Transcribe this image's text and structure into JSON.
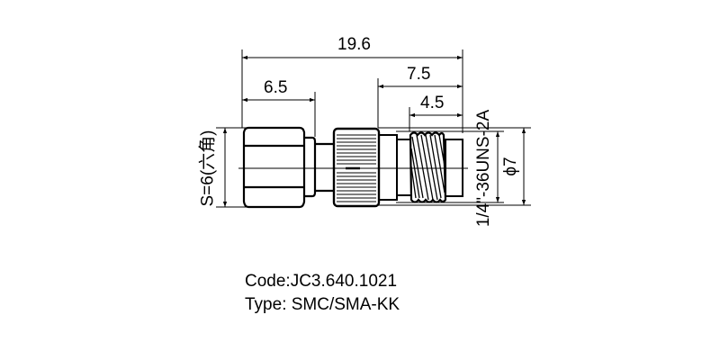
{
  "drawing": {
    "title": "SMC/SMA adapter outline drawing",
    "dimensions": {
      "overall_length": "19.6",
      "hex_length": "6.5",
      "right_section_length": "7.5",
      "thread_length": "4.5",
      "diameter": "ϕ7",
      "hex_size": "S=6(六角)",
      "thread_spec": "1/4\"-36UNS-2A"
    },
    "colors": {
      "line": "#000000",
      "background": "#ffffff"
    }
  },
  "caption": {
    "code_line": "Code:JC3.640.1021",
    "type_line": "Type: SMC/SMA-KK"
  }
}
